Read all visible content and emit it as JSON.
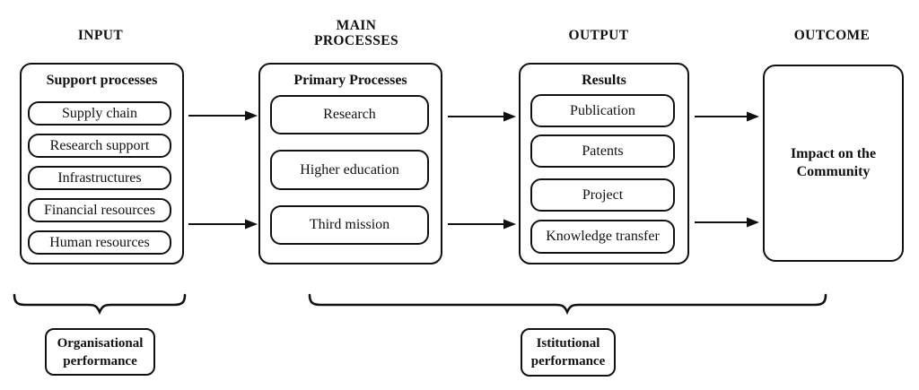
{
  "columns": {
    "input": {
      "title": "INPUT",
      "header": "Support processes",
      "items": [
        "Supply chain",
        "Research support",
        "Infrastructures",
        "Financial resources",
        "Human resources"
      ]
    },
    "main": {
      "title_lines": [
        "MAIN",
        "PROCESSES"
      ],
      "header": "Primary Processes",
      "items": [
        "Research",
        "Higher education",
        "Third mission"
      ]
    },
    "output": {
      "title": "OUTPUT",
      "header": "Results",
      "items": [
        "Publication",
        "Patents",
        "Project",
        "Knowledge transfer"
      ]
    },
    "outcome": {
      "title": "OUTCOME",
      "label_lines": [
        "Impact on the",
        "Community"
      ]
    }
  },
  "braces": {
    "organisational": {
      "label_lines": [
        "Organisational",
        "performance"
      ]
    },
    "istitutional": {
      "label_lines": [
        "Istitutional",
        "performance"
      ]
    }
  },
  "colors": {
    "stroke": "#111111",
    "background": "#ffffff"
  }
}
